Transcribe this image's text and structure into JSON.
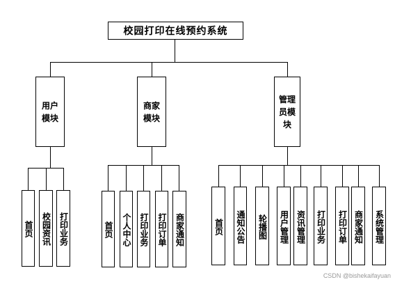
{
  "title": "校园打印在线预约系统",
  "modules": {
    "user": {
      "label": "用户模块",
      "children": [
        "首页",
        "校园资讯",
        "打印业务"
      ]
    },
    "merchant": {
      "label": "商家模块",
      "children": [
        "首页",
        "个人中心",
        "打印业务",
        "打印订单",
        "商家通知"
      ]
    },
    "admin": {
      "label": "管理员模块",
      "children": [
        "首页",
        "通知公告",
        "轮播图",
        "用户管理",
        "资讯管理",
        "打印业务",
        "打印订单",
        "商家通知",
        "系统管理"
      ]
    }
  },
  "watermark": "CSDN @bishekaifayuan"
}
